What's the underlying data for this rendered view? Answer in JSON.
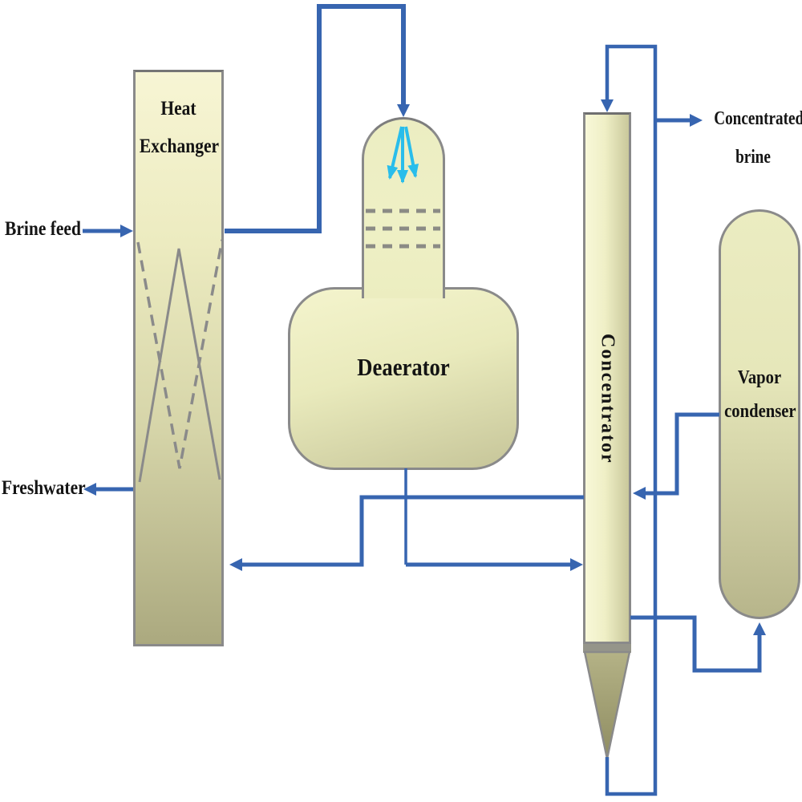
{
  "diagram": {
    "type": "process-flow-diagram",
    "subject": "brine concentration / desalination system",
    "external_labels": {
      "brine_feed": "Brine feed",
      "freshwater": "Freshwater",
      "concentrated_brine": "Concentrated brine"
    },
    "vessels": {
      "heat_exchanger": "Heat Exchanger",
      "deaerator": "Deaerator",
      "concentrator": "Concentrator",
      "vapor_condenser": "Vapor condenser"
    },
    "colors": {
      "pipe_blue": "#3765b0",
      "spray_cyan": "#29bdeb",
      "vessel_border_gray": "#8a8a8a",
      "vessel_fill_light": "#f5f4d0",
      "vessel_fill_dark": "#aba97f",
      "background": "#ffffff",
      "text": "#141414"
    }
  }
}
